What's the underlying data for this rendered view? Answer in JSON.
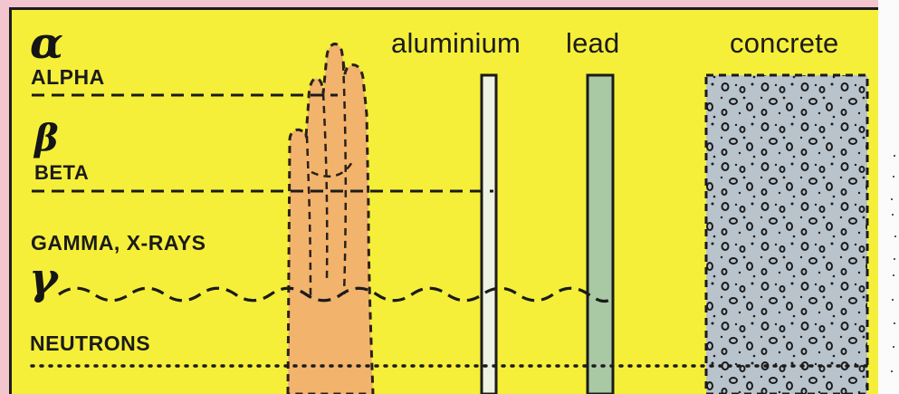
{
  "labels": {
    "alpha_symbol": "α",
    "alpha_name": "ALPHA",
    "beta_symbol": "β",
    "beta_name": "BETA",
    "gamma_name": "GAMMA, X-RAYS",
    "gamma_symbol": "γ",
    "neutrons_name": "NEUTRONS"
  },
  "materials": {
    "aluminium": "aluminium",
    "lead": "lead",
    "concrete": "concrete"
  },
  "colors": {
    "background_yellow": "#f5ef3a",
    "side_pink": "#f2c5cf",
    "hand_fill": "#f2b36d",
    "aluminium_fill": "#edf2e2",
    "lead_fill": "#a9c8a4",
    "concrete_fill": "#b8c3cc",
    "ink": "#1b1b1b"
  },
  "icons": {
    "hand": "hand-icon",
    "aluminium_sheet": "aluminium-sheet-icon",
    "lead_sheet": "lead-sheet-icon",
    "concrete_block": "concrete-block-icon"
  }
}
